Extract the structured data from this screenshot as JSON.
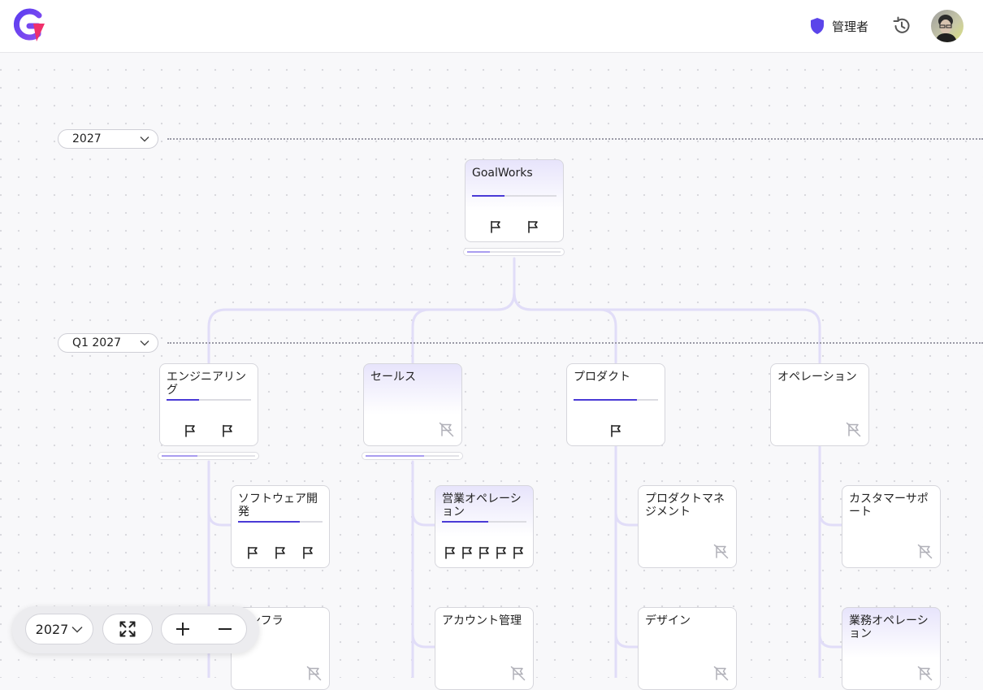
{
  "header": {
    "logo": "goalworks-logo",
    "role_label": "管理者",
    "role_icon": "shield-icon",
    "history_icon": "history-icon",
    "avatar": "user-avatar"
  },
  "colors": {
    "accent": "#4a3ad6",
    "shield": "#5b45ea",
    "connector": "#e1ddf8",
    "tint": "#e7e4fb"
  },
  "timeline": {
    "year_label": "2027",
    "quarter_label": "Q1 2027"
  },
  "root": {
    "title": "GoalWorks",
    "progress": 0.38,
    "flags": 2,
    "sub_progress": 0.24
  },
  "departments": [
    {
      "title": "エンジニアリング",
      "progress": 0.38,
      "flags": 2,
      "sub_progress": 0.38
    },
    {
      "title": "セールス",
      "progress": null,
      "flags": 0,
      "sub_progress": 0.63
    },
    {
      "title": "プロダクト",
      "progress": 0.75,
      "flags": 1
    },
    {
      "title": "オペレーション",
      "progress": null,
      "flags": 0
    }
  ],
  "teams": [
    {
      "title": "ソフトウェア開発",
      "progress": 0.73,
      "flags": 3
    },
    {
      "title": "営業オペレーション",
      "progress": 0.55,
      "flags": 5
    },
    {
      "title": "プロダクトマネジメント",
      "progress": null,
      "flags": 0
    },
    {
      "title": "カスタマーサポート",
      "progress": null,
      "flags": 0
    },
    {
      "title": "インフラ",
      "progress": null,
      "flags": 0
    },
    {
      "title": "アカウント管理",
      "progress": null,
      "flags": 0
    },
    {
      "title": "デザイン",
      "progress": null,
      "flags": 0
    },
    {
      "title": "業務オペレーション",
      "progress": null,
      "flags": 0
    }
  ],
  "toolbar": {
    "year_label": "2027",
    "fit_icon": "fit-screen-icon",
    "zoom_in_icon": "plus-icon",
    "zoom_out_icon": "minus-icon"
  }
}
